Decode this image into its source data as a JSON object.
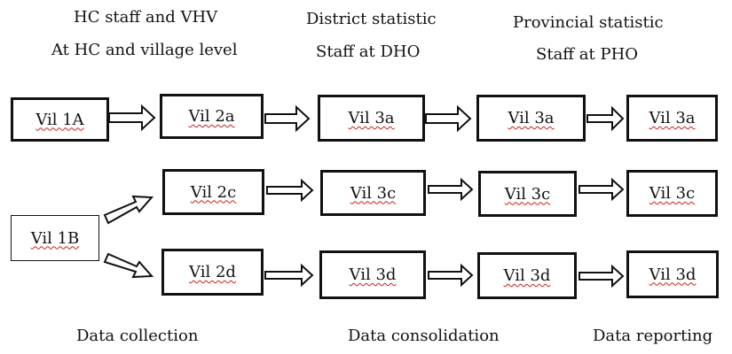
{
  "headers": {
    "hc_line1": "HC staff and VHV",
    "hc_line2": "At HC and village level",
    "district_line1": "District statistic",
    "district_line2": "Staff at DHO",
    "provincial_line1": "Provincial statistic",
    "provincial_line2": "Staff at PHO"
  },
  "stages": {
    "collection": "Data collection",
    "consolidation": "Data consolidation",
    "reporting": "Data reporting"
  },
  "nodes": {
    "r1": [
      "Vil 1A",
      "Vil 2a",
      "Vil 3a",
      "Vil 3a",
      "Vil 3a"
    ],
    "r2": [
      "Vil 2c",
      "Vil 3c",
      "Vil 3c",
      "Vil 3c"
    ],
    "r3": [
      "Vil 2d",
      "Vil 3d",
      "Vil 3d",
      "Vil 3d"
    ],
    "source_b": "Vil 1B"
  }
}
